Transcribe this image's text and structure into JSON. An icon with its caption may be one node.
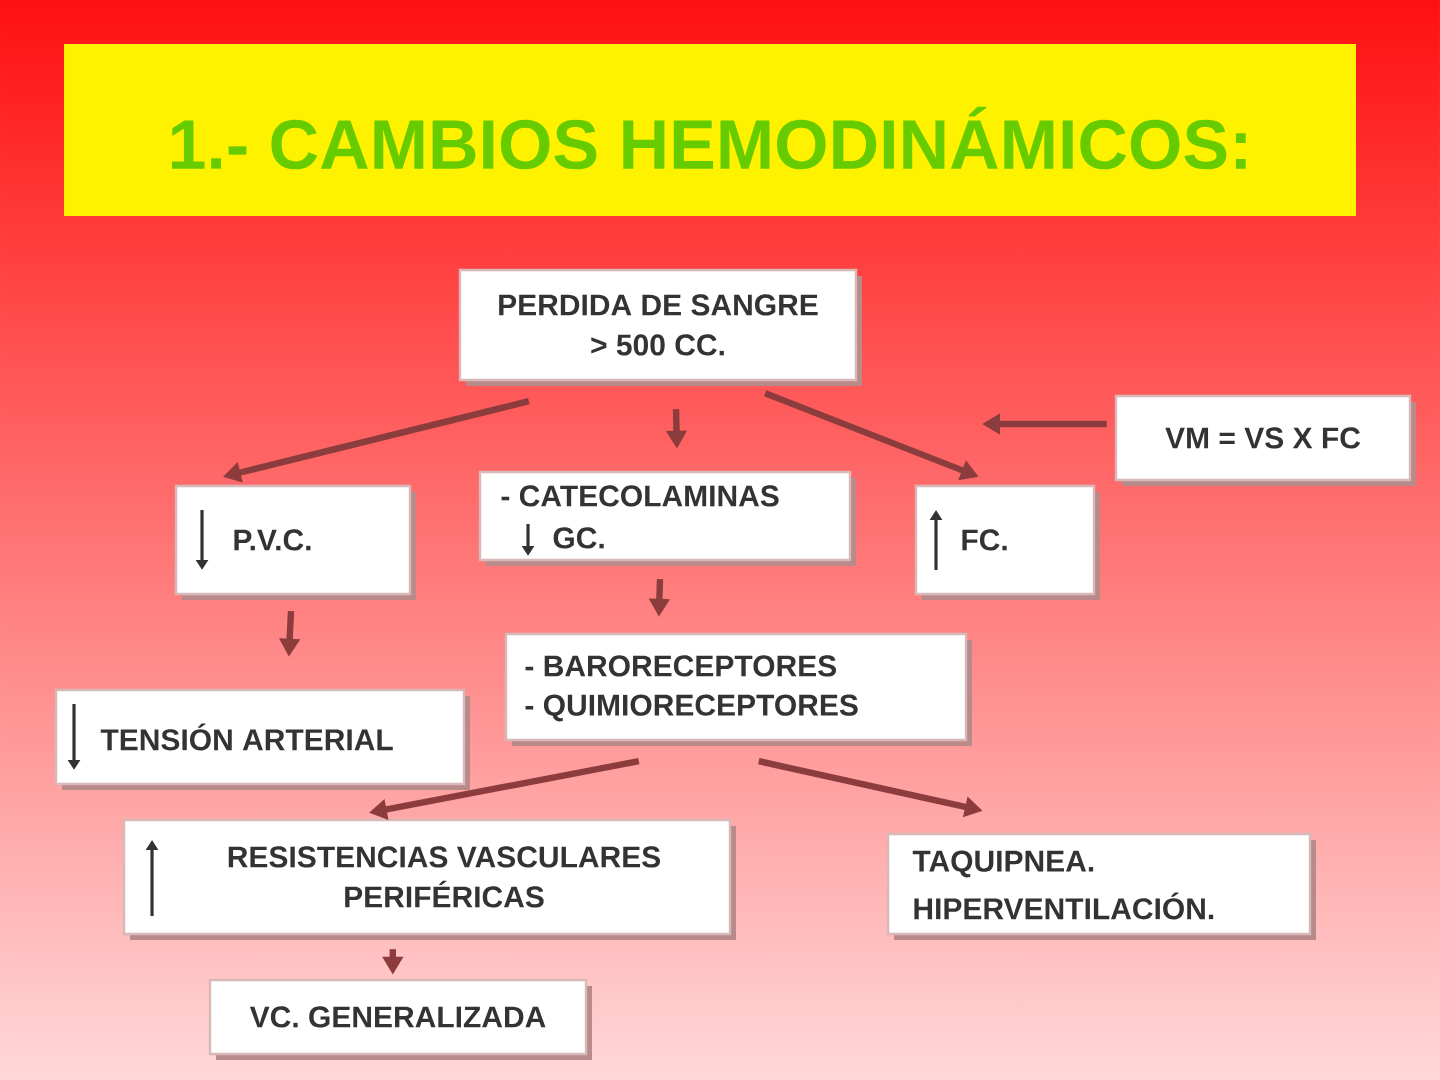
{
  "diagram": {
    "title": "1.- CAMBIOS HEMODINÁMICOS:",
    "nodes": [
      {
        "text": [
          "PERDIDA DE SANGRE > 500 CC."
        ]
      },
      {
        "text": [
          "VM = VS X FC"
        ]
      },
      {
        "text": [
          "P.V.C."
        ]
      },
      {
        "text": [
          "- CATECOLAMINAS",
          "GC."
        ]
      },
      {
        "text": [
          "FC."
        ]
      },
      {
        "text": [
          "TENSIÓN ARTERIAL"
        ]
      },
      {
        "text": [
          "- BARORECEPTORES",
          "- QUIMIORECEPTORES"
        ]
      },
      {
        "text": [
          "RESISTENCIAS VASCULARES PERIFÉRICAS"
        ]
      },
      {
        "text": [
          "TAQUIPNEA.",
          "HIPERVENTILACIÓN."
        ]
      },
      {
        "text": [
          "VC. GENERALIZADA"
        ]
      }
    ],
    "edges": [
      {
        "from": 0,
        "to": 2,
        "arrow": "to"
      },
      {
        "from": 0,
        "to": 3,
        "arrow": "to"
      },
      {
        "from": 0,
        "to": 4,
        "arrow": "to"
      },
      {
        "from": 1,
        "to": null,
        "arrow": "to"
      },
      {
        "from": 2,
        "to": 5,
        "arrow": "to"
      },
      {
        "from": 3,
        "to": 6,
        "arrow": "to"
      },
      {
        "from": 6,
        "to": 7,
        "arrow": "to"
      },
      {
        "from": 6,
        "to": 8,
        "arrow": "to"
      },
      {
        "from": 7,
        "to": 9,
        "arrow": "to"
      }
    ]
  }
}
